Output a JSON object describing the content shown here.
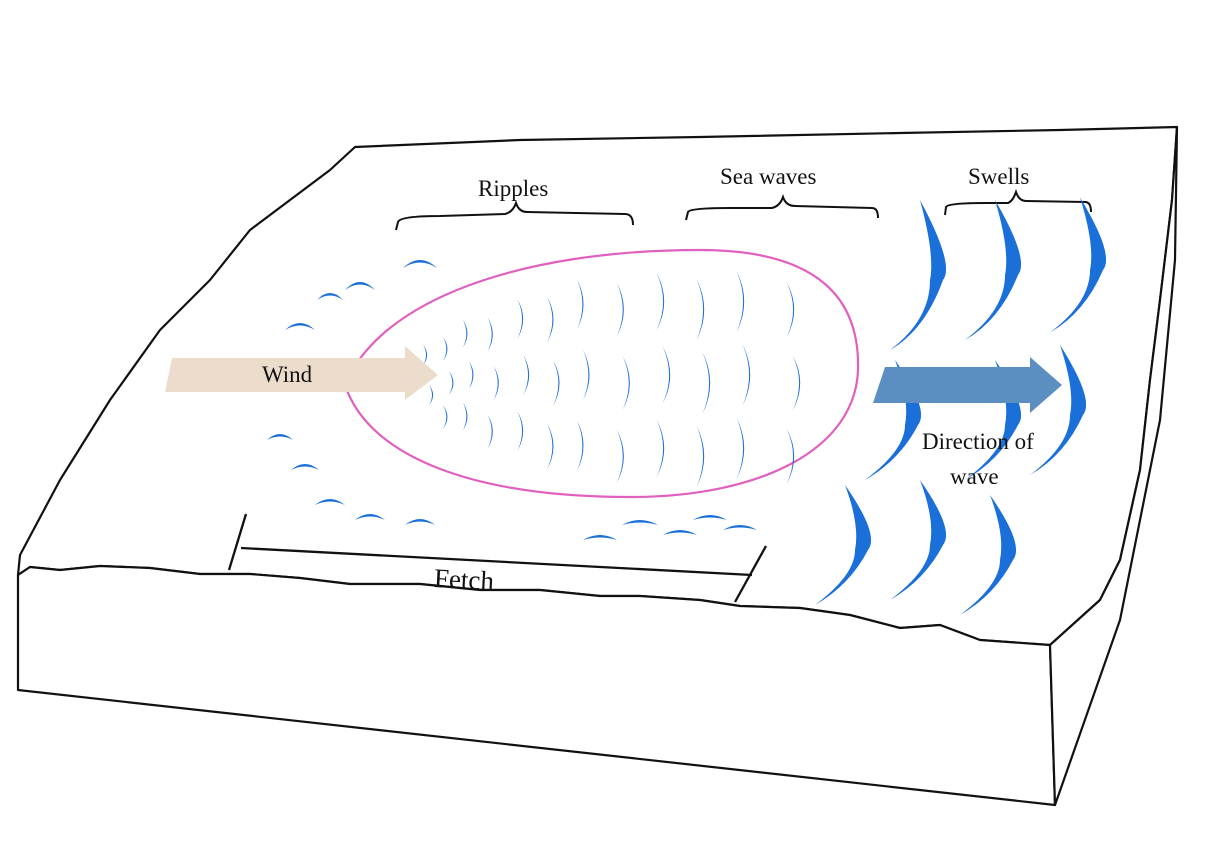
{
  "labels": {
    "ripples": "Ripples",
    "sea_waves": "Sea waves",
    "swells": "Swells",
    "wind": "Wind",
    "direction_line1": "Direction of",
    "direction_line2": "wave",
    "fetch": "Fetch"
  },
  "colors": {
    "wave_blue": "#1a6fd8",
    "fetch_outline": "#e060c0",
    "wind_arrow": "#ecdccc",
    "direction_arrow": "#5b8fc1",
    "outline": "#111111"
  }
}
